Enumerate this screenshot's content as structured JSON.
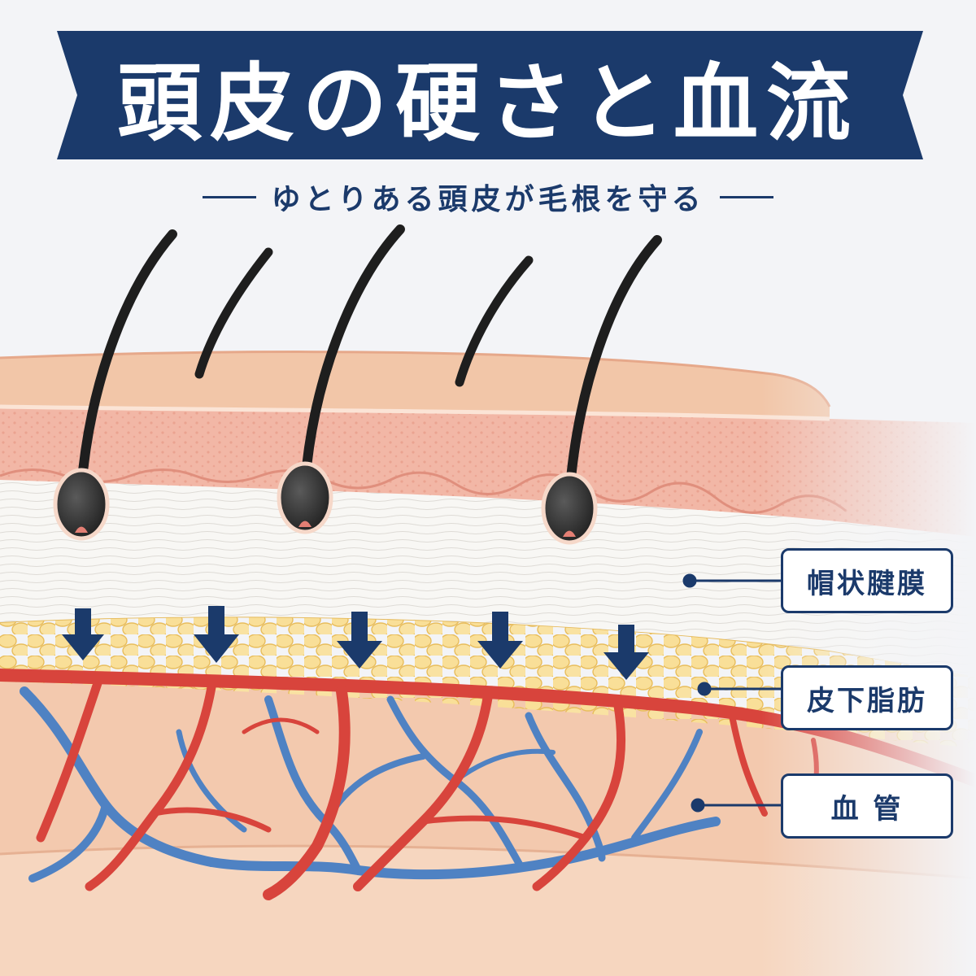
{
  "title": "頭皮の硬さと血流",
  "subtitle": "ゆとりある頭皮が毛根を守る",
  "labels": {
    "galea": "帽状腱膜",
    "fat": "皮下脂肪",
    "vessel": "血 管"
  },
  "colors": {
    "navy": "#1b3a6b",
    "skin": "#f0c4b0",
    "dermis": "#f2b7a6",
    "tendon": "#f7f5f2",
    "fat": "#f7d888",
    "artery": "#d8443c",
    "vein": "#4f82c3"
  },
  "icons": [
    "down-arrow-icon",
    "hair-strand-icon",
    "hair-bulb-icon",
    "label-dot-icon"
  ]
}
